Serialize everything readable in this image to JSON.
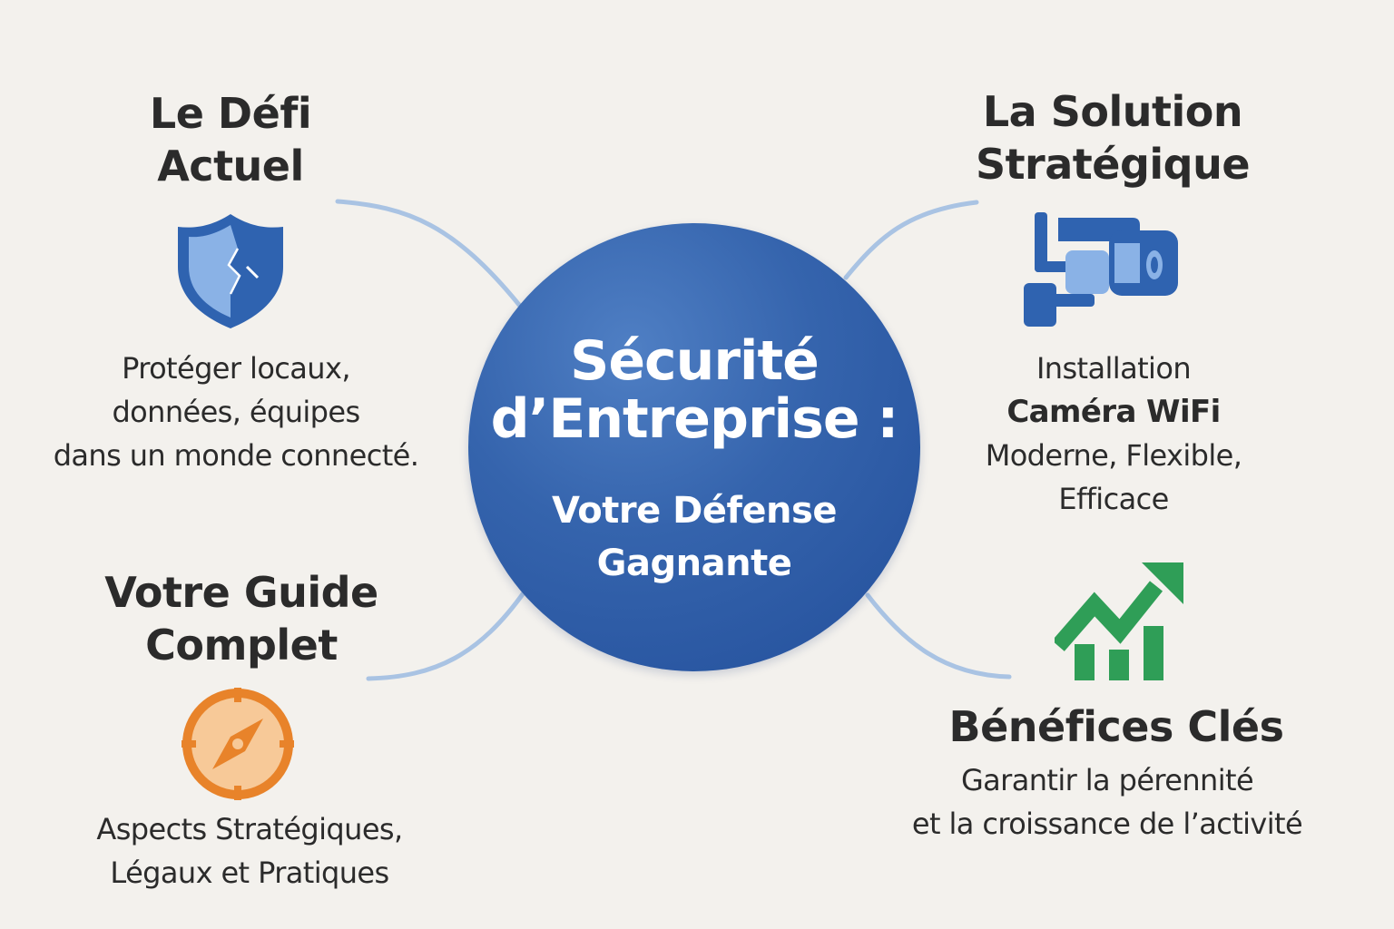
{
  "center": {
    "title_lines": [
      "Sécurité",
      "d’Entreprise :"
    ],
    "subtitle_lines": [
      "Votre Défense",
      "Gagnante"
    ],
    "color": "#2f5ea8"
  },
  "nodes": {
    "defi": {
      "heading_lines": [
        "Le Défi",
        "Actuel"
      ],
      "text_lines": [
        "Protéger locaux,",
        "données, équipes",
        "dans un monde connecté."
      ],
      "icon": "broken-shield-icon",
      "icon_color": "#2f63b0"
    },
    "solution": {
      "heading_lines": [
        "La Solution",
        "Stratégique"
      ],
      "text_lines": [
        "Installation",
        "Caméra WiFi",
        "Moderne, Flexible,",
        "Efficace"
      ],
      "icon": "security-camera-icon",
      "icon_color": "#2f63b0"
    },
    "guide": {
      "heading_lines": [
        "Votre Guide",
        "Complet"
      ],
      "text_lines": [
        "Aspects Stratégiques,",
        "Légaux et Pratiques"
      ],
      "icon": "compass-icon",
      "icon_color": "#e8832a"
    },
    "benefices": {
      "heading": "Bénéfices Clés",
      "text_lines": [
        "Garantir la pérennité",
        "et la croissance de l’activité"
      ],
      "icon": "growth-chart-icon",
      "icon_color": "#2f9e57"
    }
  },
  "connector_color": "#a9c3e3"
}
